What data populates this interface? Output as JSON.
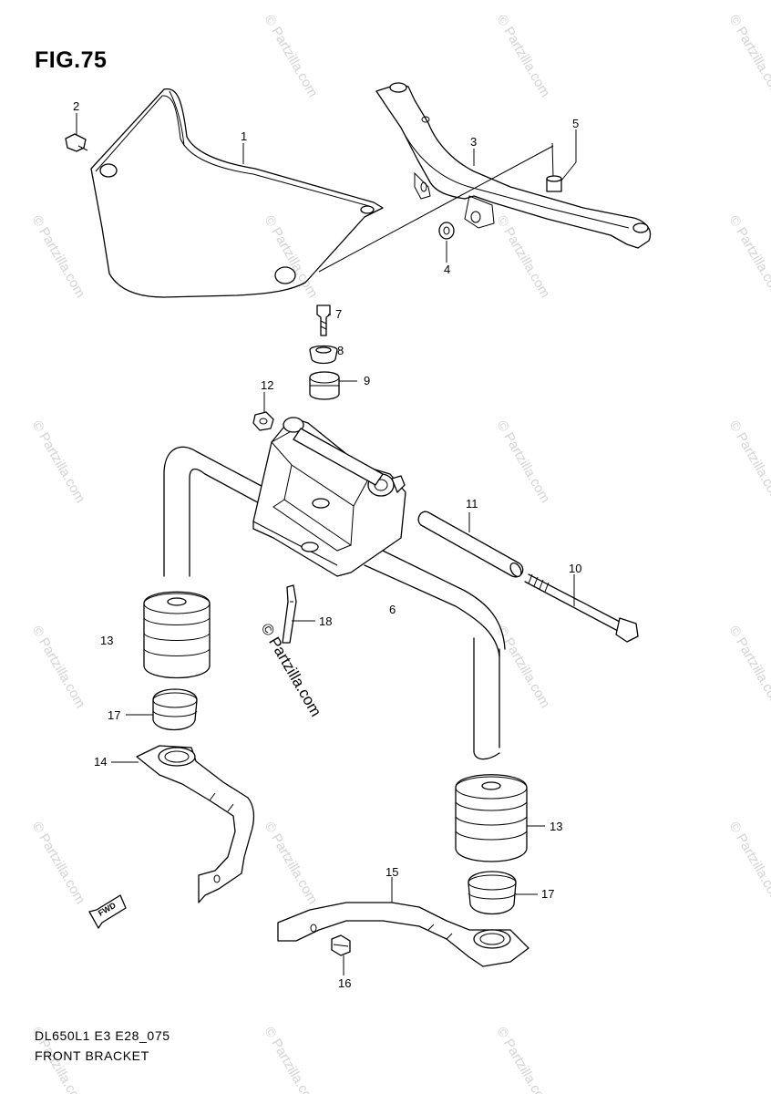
{
  "figure": {
    "title": "FIG.75",
    "code": "DL650L1 E3 E28_075",
    "name": "FRONT BRACKET"
  },
  "watermark": {
    "text": "© Partzilla.com"
  },
  "callouts": [
    "1",
    "2",
    "3",
    "4",
    "5",
    "6",
    "7",
    "8",
    "9",
    "10",
    "11",
    "12",
    "13",
    "13",
    "14",
    "15",
    "16",
    "17",
    "17",
    "18"
  ],
  "fwd_label": "FWD"
}
